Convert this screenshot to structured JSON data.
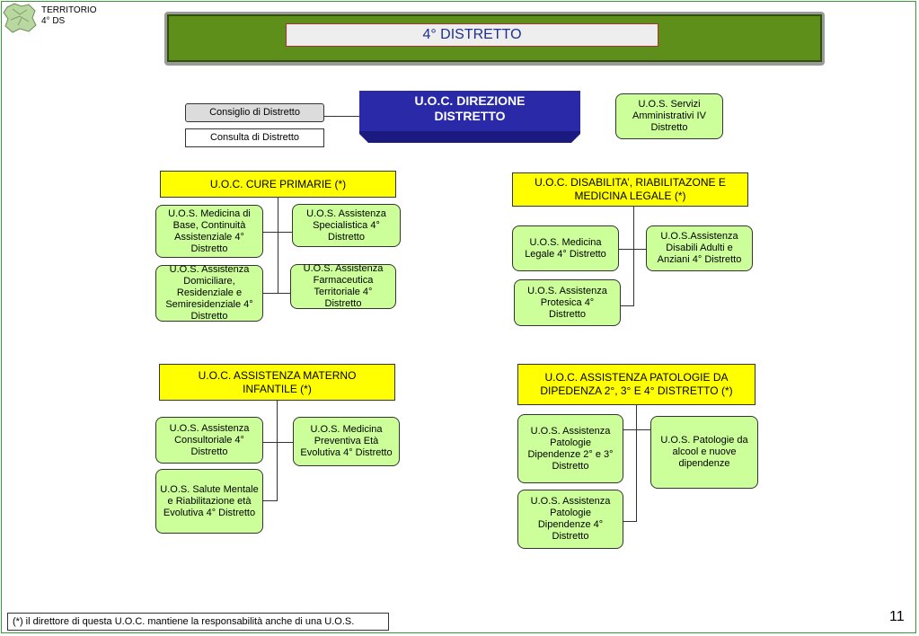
{
  "corner": {
    "line1": "TERRITORIO",
    "line2": "4° DS"
  },
  "title": "4°  DISTRETTO",
  "direzione": {
    "line1": "U.O.C. DIREZIONE",
    "line2": "DISTRETTO"
  },
  "consiglio": "Consiglio di Distretto",
  "consulta": "Consulta di Distretto",
  "servizi_amm": "U.O.S. Servizi Amministrativi IV Distretto",
  "cure_primarie": {
    "header": "U.O.C. CURE PRIMARIE (*)",
    "uos": [
      "U.O.S. Medicina di Base, Continuità Assistenziale 4° Distretto",
      "U.O.S. Assistenza Specialistica 4° Distretto",
      "U.O.S. Assistenza Domiciliare, Residenziale e Semiresidenziale 4° Distretto",
      "U.O.S. Assistenza Farmaceutica Territoriale 4° Distretto"
    ]
  },
  "disabilita": {
    "header": "U.O.C. DISABILITA’, RIABILITAZONE E MEDICINA LEGALE (*)",
    "uos": [
      "U.O.S. Medicina Legale 4° Distretto",
      "U.O.S.Assistenza Disabili Adulti e Anziani 4° Distretto",
      "U.O.S. Assistenza Protesica 4° Distretto"
    ]
  },
  "materno": {
    "header": "U.O.C. ASSISTENZA MATERNO INFANTILE (*)",
    "uos": [
      "U.O.S. Assistenza Consultoriale 4° Distretto",
      "U.O.S. Medicina Preventiva Età Evolutiva 4° Distretto",
      "U.O.S. Salute Mentale e Riabilitazione età Evolutiva 4° Distretto"
    ]
  },
  "dipendenza": {
    "header": "U.O.C. ASSISTENZA PATOLOGIE DA DIPEDENZA 2°, 3° E 4° DISTRETTO (*)",
    "uos": [
      "U.O.S. Assistenza Patologie Dipendenze 2° e 3° Distretto",
      "U.O.S. Patologie da alcool e nuove dipendenze",
      "U.O.S. Assistenza Patologie Dipendenze 4° Distretto"
    ]
  },
  "footnote": "(*) il direttore di questa U.O.C. mantiene la responsabilità anche di una U.O.S.",
  "page_number": "11",
  "colors": {
    "banner": "#5d8f1a",
    "header_yellow": "#ffff00",
    "unit_green": "#ccff99",
    "direzione_blue": "#2a2aa8"
  }
}
